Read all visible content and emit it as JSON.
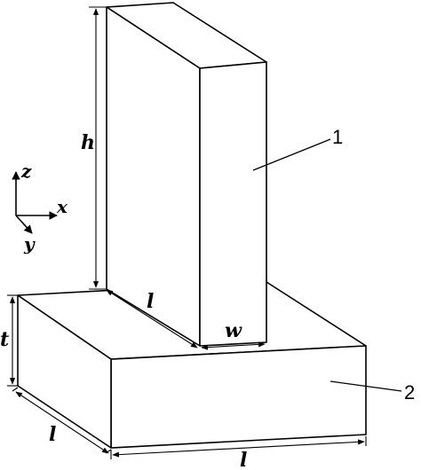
{
  "labels": {
    "height": "h",
    "fin_length": "l",
    "fin_width": "w",
    "base_thickness": "t",
    "base_length_left": "l",
    "base_length_bottom": "l"
  },
  "part_numbers": {
    "fin": "1",
    "base": "2"
  },
  "axes": {
    "z": "z",
    "x": "x",
    "y": "y"
  }
}
